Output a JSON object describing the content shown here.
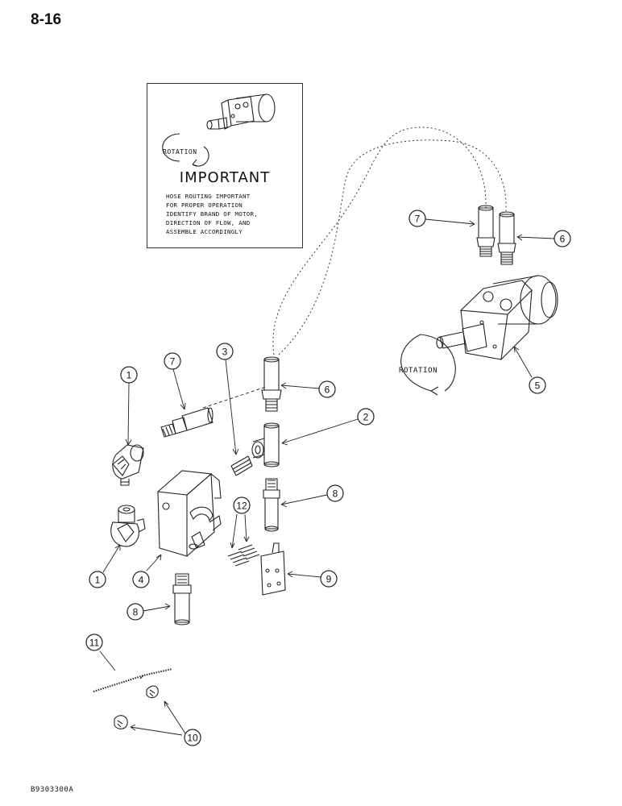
{
  "page": {
    "number": "8-16",
    "figure_code": "B9303300A"
  },
  "notice": {
    "rotation_label": "ROTATION",
    "title": "IMPORTANT",
    "lines": [
      "HOSE ROUTING IMPORTANT",
      "FOR PROPER OPERATION",
      "IDENTIFY BRAND OF MOTOR,",
      "DIRECTION OF FLOW, AND",
      "ASSEMBLE ACCORDINGLY"
    ]
  },
  "motor": {
    "rotation_label": "ROTATION"
  },
  "callouts": [
    "1",
    "7",
    "3",
    "6",
    "2",
    "5",
    "7",
    "6",
    "8",
    "12",
    "9",
    "1",
    "4",
    "8",
    "11",
    "10"
  ]
}
